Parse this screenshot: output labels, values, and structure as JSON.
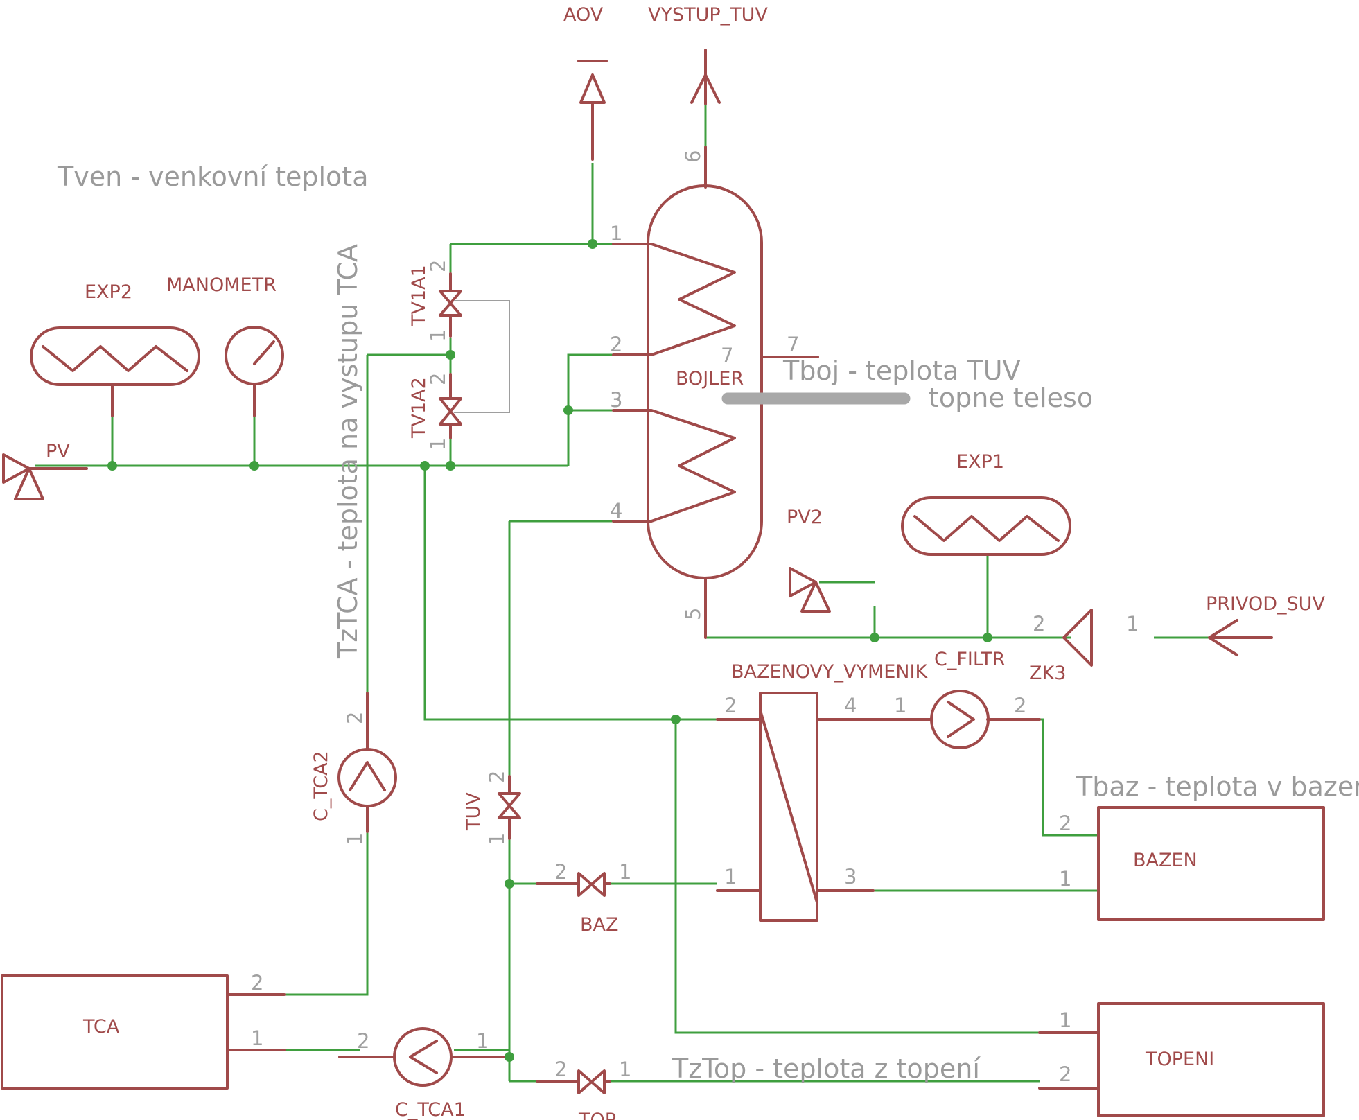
{
  "components": {
    "aov": "AOV",
    "vystup_tuv": "VYSTUP_TUV",
    "exp2": "EXP2",
    "manometr": "MANOMETR",
    "pv": "PV",
    "tv1a1": "TV1A1",
    "tv1a2": "TV1A2",
    "bojler": "BOJLER",
    "pv2": "PV2",
    "exp1": "EXP1",
    "privod_suv": "PRIVOD_SUV",
    "c_filtr": "C_FILTR",
    "zk3": "ZK3",
    "bazenovy_vymenik": "BAZENOVY_VYMENIK",
    "c_tca2": "C_TCA2",
    "tuv": "TUV",
    "baz": "BAZ",
    "bazen": "BAZEN",
    "topeni": "TOPENI",
    "tca": "TCA",
    "c_tca1": "C_TCA1",
    "top": "TOP"
  },
  "annotations": {
    "tven": "Tven - venkovní teplota",
    "tztca": "TzTCA - teplota na vystupu TCA",
    "tboj": "Tboj - teplota TUV",
    "topne_teleso": "topne teleso",
    "tbaz": "Tbaz - teplota v bazenu",
    "tztop": "TzTop - teplota z topení"
  },
  "pins": {
    "p1": "1",
    "p2": "2",
    "p3": "3",
    "p4": "4",
    "p5": "5",
    "p6": "6",
    "p7": "7"
  },
  "colors": {
    "symbol": "#a04a4a",
    "wire": "#3f9f3f",
    "pin_label": "#a0a0a0",
    "heater": "#a8a8a8"
  }
}
